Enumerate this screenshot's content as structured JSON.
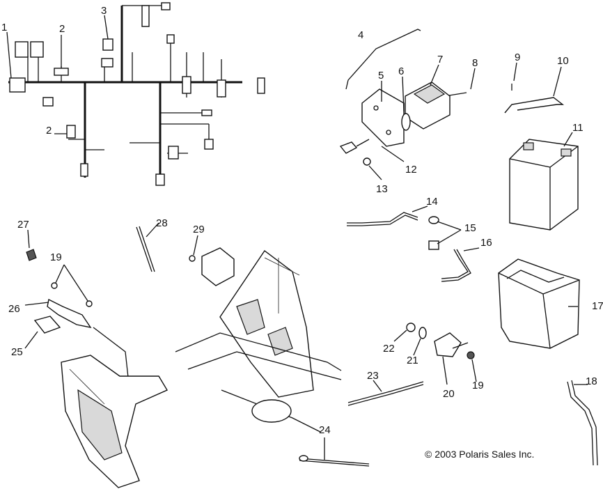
{
  "callouts": {
    "c1": "1",
    "c2a": "2",
    "c2b": "2",
    "c3": "3",
    "c4": "4",
    "c5": "5",
    "c6": "6",
    "c7": "7",
    "c8": "8",
    "c9": "9",
    "c10": "10",
    "c11": "11",
    "c12": "12",
    "c13": "13",
    "c14": "14",
    "c15": "15",
    "c16": "16",
    "c17": "17",
    "c18": "18",
    "c19a": "19",
    "c19b": "19",
    "c20": "20",
    "c21": "21",
    "c22": "22",
    "c23": "23",
    "c24": "24",
    "c25": "25",
    "c26": "26",
    "c27": "27",
    "c28": "28",
    "c29": "29"
  },
  "copyright": "© 2003 Polaris Sales Inc."
}
